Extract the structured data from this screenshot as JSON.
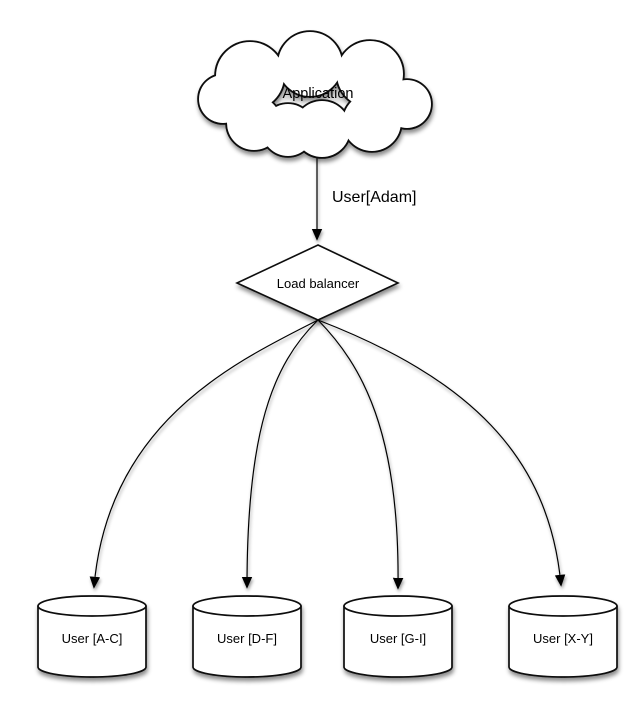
{
  "diagram": {
    "background_color": "#ffffff",
    "shape_fill_color": "#ffffff",
    "stroke_color": "#000000",
    "nodes": {
      "application": {
        "shape": "cloud",
        "label": "Application"
      },
      "load_balancer": {
        "shape": "diamond",
        "label": "Load balancer"
      },
      "shards": [
        {
          "shape": "cylinder",
          "label": "User [A-C]"
        },
        {
          "shape": "cylinder",
          "label": "User [D-F]"
        },
        {
          "shape": "cylinder",
          "label": "User [G-I]"
        },
        {
          "shape": "cylinder",
          "label": "User [X-Y]"
        }
      ]
    },
    "edges": {
      "app_to_lb": {
        "label": "User[Adam]",
        "from": "application",
        "to": "load_balancer"
      },
      "lb_to_shards": [
        {
          "from": "load_balancer",
          "to": "User [A-C]"
        },
        {
          "from": "load_balancer",
          "to": "User [D-F]"
        },
        {
          "from": "load_balancer",
          "to": "User [G-I]"
        },
        {
          "from": "load_balancer",
          "to": "User [X-Y]"
        }
      ]
    }
  }
}
